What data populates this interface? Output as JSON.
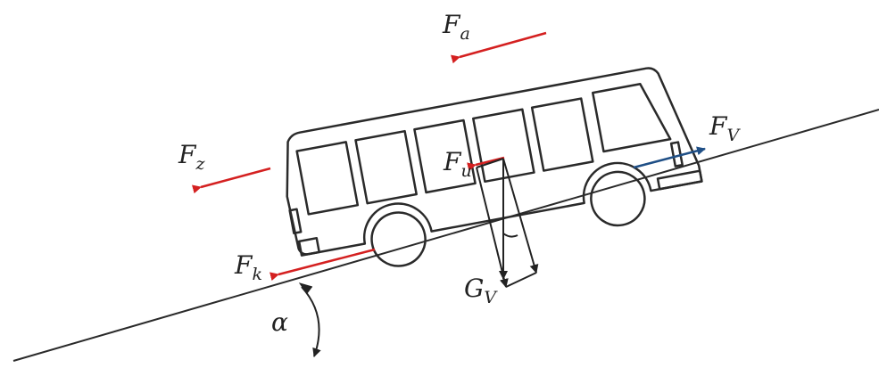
{
  "labels": {
    "fa_main": "F",
    "fa_sub": "a",
    "fz_main": "F",
    "fz_sub": "z",
    "fu_main": "F",
    "fu_sub": "u",
    "fv_main": "F",
    "fv_sub": "V",
    "fk_main": "F",
    "fk_sub": "k",
    "gv_main": "G",
    "gv_sub": "V",
    "alpha": "α"
  },
  "colors": {
    "outline": "#2a2a2a",
    "red_force": "#d42020",
    "blue_force": "#1f4f86"
  }
}
